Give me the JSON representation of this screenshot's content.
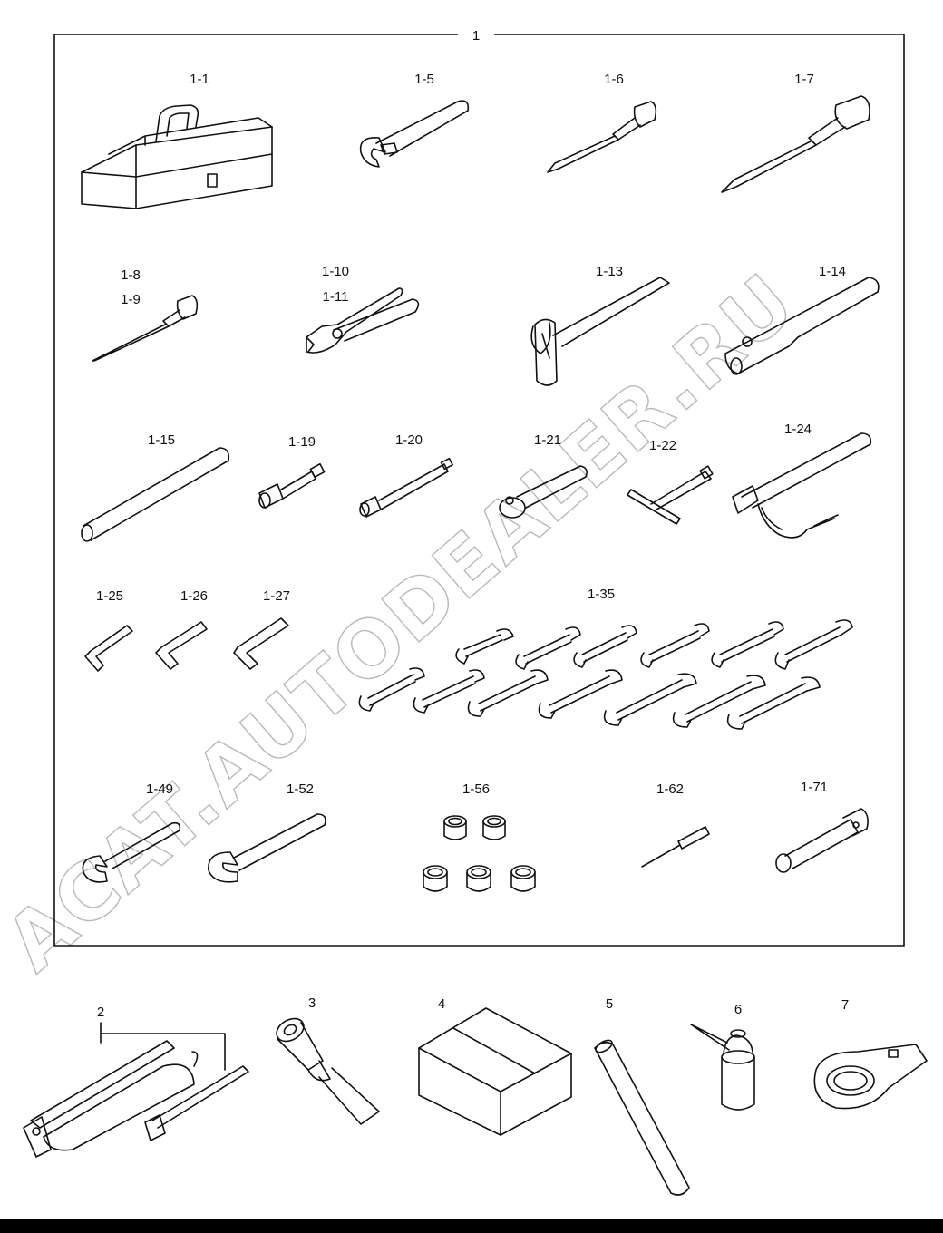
{
  "group_label": "1",
  "labels": {
    "p1_1": "1-1",
    "p1_5": "1-5",
    "p1_6": "1-6",
    "p1_7": "1-7",
    "p1_8": "1-8",
    "p1_9": "1-9",
    "p1_10": "1-10",
    "p1_11": "1-11",
    "p1_13": "1-13",
    "p1_14": "1-14",
    "p1_15": "1-15",
    "p1_19": "1-19",
    "p1_20": "1-20",
    "p1_21": "1-21",
    "p1_22": "1-22",
    "p1_24": "1-24",
    "p1_25": "1-25",
    "p1_26": "1-26",
    "p1_27": "1-27",
    "p1_35": "1-35",
    "p1_49": "1-49",
    "p1_52": "1-52",
    "p1_56": "1-56",
    "p1_62": "1-62",
    "p1_71": "1-71",
    "p2": "2",
    "p3": "3",
    "p4": "4",
    "p5": "5",
    "p6": "6",
    "p7": "7"
  },
  "watermark": "ACAT.AUTODEALER.RU"
}
